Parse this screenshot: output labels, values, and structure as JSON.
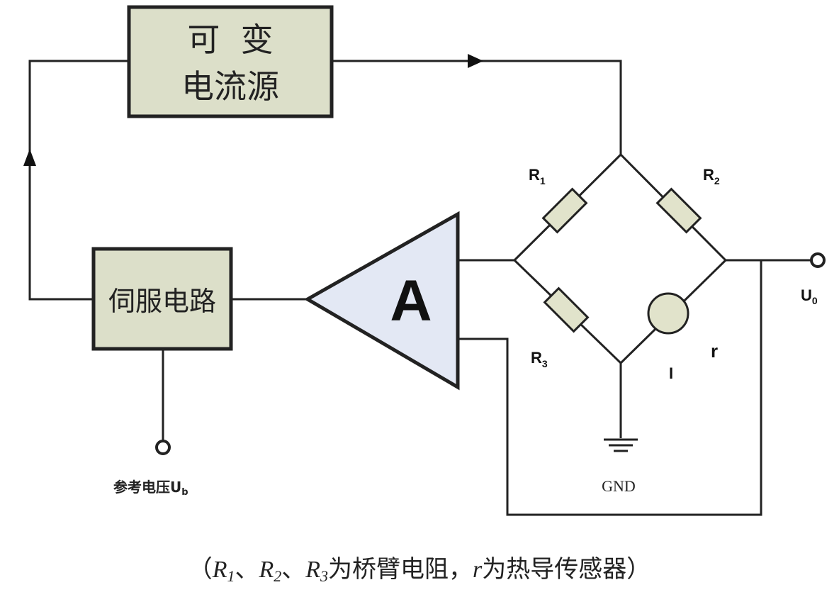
{
  "source": {
    "line1": "可  变",
    "line2": "电流源"
  },
  "servo": {
    "label": "伺服电路"
  },
  "amplifier": {
    "label": "A"
  },
  "bridge": {
    "r1": "R",
    "r1_sub": "1",
    "r2": "R",
    "r2_sub": "2",
    "r3": "R",
    "r3_sub": "3",
    "r": "r",
    "i": "I"
  },
  "output": {
    "label": "U",
    "sub": "0"
  },
  "reference": {
    "label": "参考电压U",
    "sub": "b"
  },
  "ground": {
    "label": "GND"
  },
  "caption": {
    "open": "（",
    "r1": "R",
    "r1_sub": "1",
    "sep1": "、",
    "r2": "R",
    "r2_sub": "2",
    "sep2": "、",
    "r3": "R",
    "r3_sub": "3",
    "mid": "为桥臂电阻，",
    "r": "r",
    "end": "为热导传感器）"
  }
}
